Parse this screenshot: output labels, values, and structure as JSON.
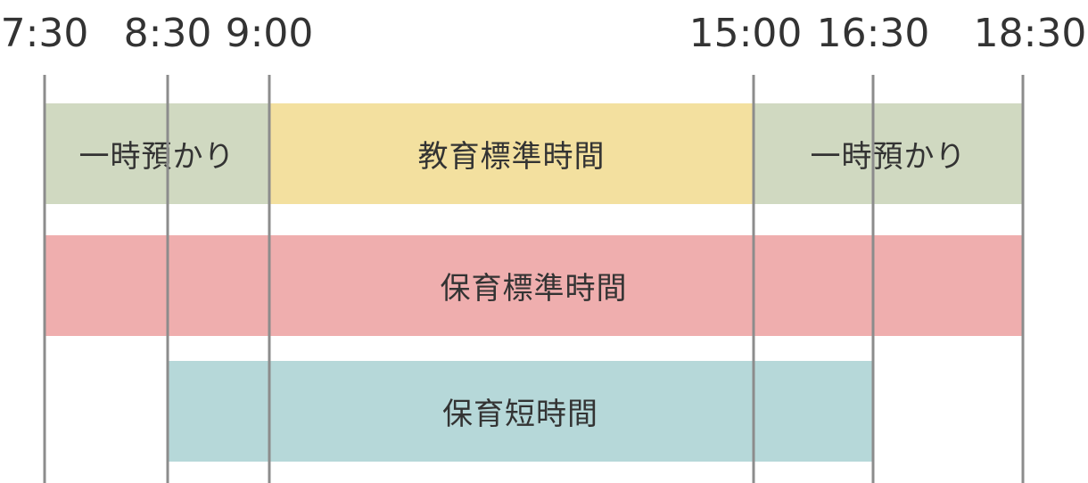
{
  "times": [
    "7:30",
    "8:30",
    "9:00",
    "15:00",
    "16:30",
    "18:30"
  ],
  "rows": [
    {
      "label": "一時預かり",
      "start": "7:30",
      "end": "9:00",
      "color": "#d0d9c1"
    },
    {
      "label": "教育標準時間",
      "start": "9:00",
      "end": "15:00",
      "color": "#f3e09f"
    },
    {
      "label": "一時預かり",
      "start": "15:00",
      "end": "18:30",
      "color": "#d0d9c1"
    },
    {
      "label": "保育標準時間",
      "start": "7:30",
      "end": "18:30",
      "color": "#efaeae"
    },
    {
      "label": "保育短時間",
      "start": "8:30",
      "end": "16:30",
      "color": "#b6d8d9"
    }
  ]
}
